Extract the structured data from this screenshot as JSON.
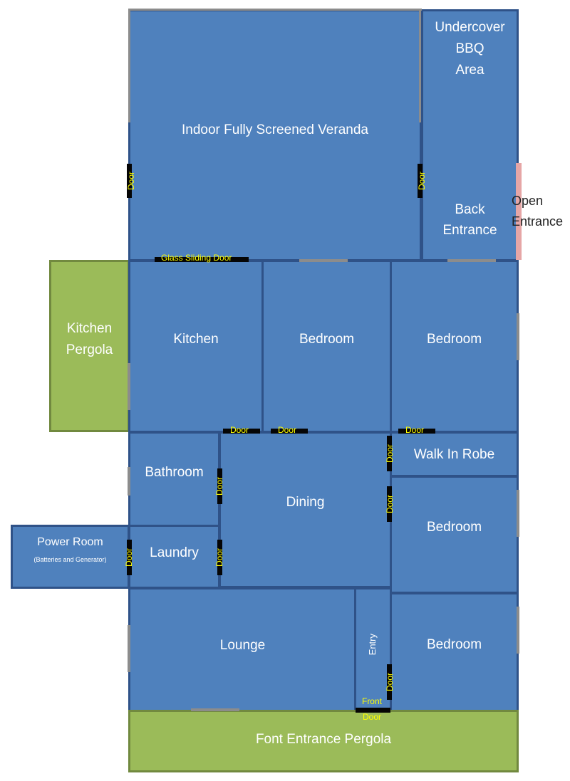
{
  "rooms": {
    "veranda": "Indoor Fully Screened Veranda",
    "bbq": [
      "Undercover",
      "BBQ",
      "Area"
    ],
    "back_entrance": [
      "Back",
      "Entrance"
    ],
    "kitchen_pergola": [
      "Kitchen",
      "Pergola"
    ],
    "kitchen": "Kitchen",
    "bedroom_center": "Bedroom",
    "bedroom_right": "Bedroom",
    "walk_in_robe": "Walk In Robe",
    "bathroom": "Bathroom",
    "dining": "Dining",
    "bedroom_mid": "Bedroom",
    "power_room": "Power Room",
    "power_room_note": "(Batteries and Generator)",
    "laundry": "Laundry",
    "lounge": "Lounge",
    "entry": "Entry",
    "bedroom_bottom": "Bedroom",
    "front_pergola": "Font Entrance Pergola"
  },
  "doors": {
    "door": "Door",
    "glass_sliding": "Glass Sliding Door",
    "front": [
      "Front",
      "Door"
    ]
  },
  "open_entrance": [
    "Open",
    "Entrance"
  ],
  "colors": {
    "room_fill": "#4f81bd",
    "room_border": "#2f5288",
    "pergola_fill": "#9bbb59",
    "pergola_border": "#71893f",
    "door_label": "#ffff00",
    "open_entrance": "#e6a6a6"
  }
}
